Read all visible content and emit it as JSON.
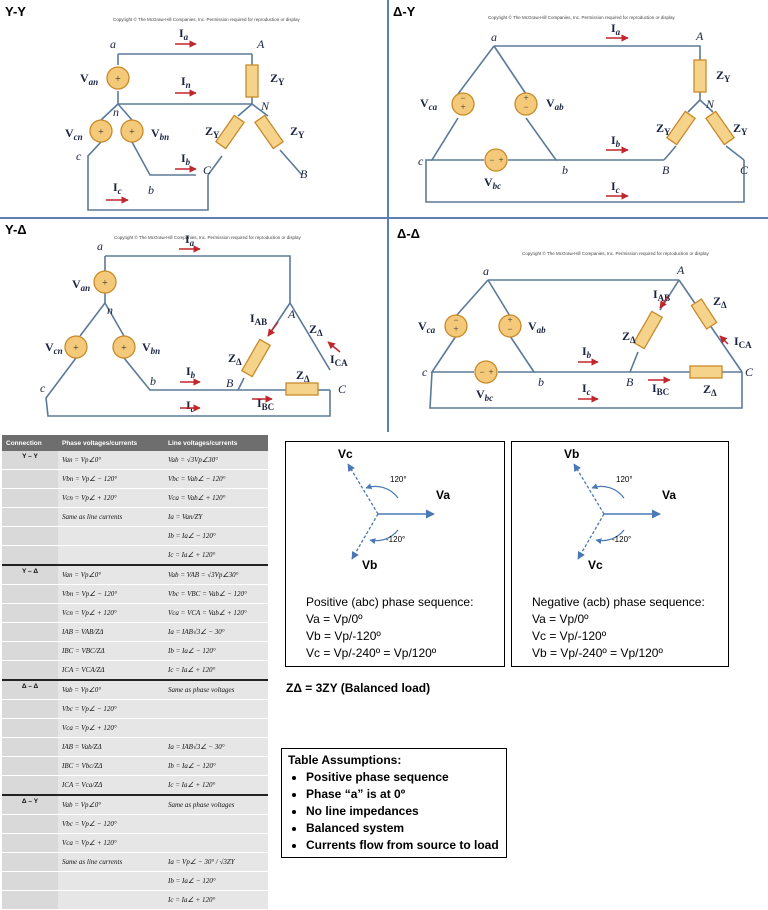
{
  "panels": {
    "yy": {
      "title": "Y-Y",
      "copyright": "Copyright © The McGraw-Hill Companies, Inc. Permission required for reproduction or display"
    },
    "dy": {
      "title": "Δ-Y",
      "copyright": "Copyright © The McGraw-Hill Companies, Inc. Permission required for reproduction or display"
    },
    "yd": {
      "title": "Y-Δ",
      "copyright": "Copyright © The McGraw-Hill Companies, Inc. Permission required for reproduction or display"
    },
    "dd": {
      "title": "Δ-Δ",
      "copyright": "Copyright © The McGraw-Hill Companies, Inc. Permission required for reproduction or display"
    }
  },
  "table": {
    "headers": [
      "Connection",
      "Phase voltages/currents",
      "Line voltages/currents"
    ],
    "groups": [
      {
        "name": "Y – Y",
        "rows": [
          [
            "Van = Vp∠0°",
            "Vab = √3Vp∠30°"
          ],
          [
            "Vbn = Vp∠ − 120°",
            "Vbc = Vab∠ − 120°"
          ],
          [
            "Vcn = Vp∠ + 120°",
            "Vca = Vab∠ + 120°"
          ],
          [
            "Same as line currents",
            "Ia = Van/ZY"
          ],
          [
            "",
            "Ib = Ia∠ − 120°"
          ],
          [
            "",
            "Ic = Ia∠ + 120°"
          ]
        ]
      },
      {
        "name": "Y – Δ",
        "rows": [
          [
            "Van = Vp∠0°",
            "Vab = VAB = √3Vp∠30°"
          ],
          [
            "Vbn = Vp∠ − 120°",
            "Vbc = VBC = Vab∠ − 120°"
          ],
          [
            "Vcn = Vp∠ + 120°",
            "Vca = VCA = Vab∠ + 120°"
          ],
          [
            "IAB = VAB/ZΔ",
            "Ia = IAB√3∠ − 30°"
          ],
          [
            "IBC = VBC/ZΔ",
            "Ib = Ia∠ − 120°"
          ],
          [
            "ICA = VCA/ZΔ",
            "Ic = Ia∠ + 120°"
          ]
        ]
      },
      {
        "name": "Δ – Δ",
        "rows": [
          [
            "Vab = Vp∠0°",
            "Same as phase voltages"
          ],
          [
            "Vbc = Vp∠ − 120°",
            ""
          ],
          [
            "Vca = Vp∠ + 120°",
            ""
          ],
          [
            "IAB = Vab/ZΔ",
            "Ia = IAB√3∠ − 30°"
          ],
          [
            "IBC = Vbc/ZΔ",
            "Ib = Ia∠ − 120°"
          ],
          [
            "ICA = Vca/ZΔ",
            "Ic = Ia∠ + 120°"
          ]
        ]
      },
      {
        "name": "Δ – Y",
        "rows": [
          [
            "Vab = Vp∠0°",
            "Same as phase voltages"
          ],
          [
            "Vbc = Vp∠ − 120°",
            ""
          ],
          [
            "Vca = Vp∠ + 120°",
            ""
          ],
          [
            "Same as line currents",
            "Ia = Vp∠ − 30° / √3ZY"
          ],
          [
            "",
            "Ib = Ia∠ − 120°"
          ],
          [
            "",
            "Ic = Ia∠ + 120°"
          ]
        ]
      }
    ]
  },
  "positive": {
    "title": "Positive (abc) phase sequence:",
    "eq1": "Va = Vp/0º",
    "eq2": "Vb = Vp/-120º",
    "eq3": "Vc = Vp/-240º = Vp/120º",
    "labels": {
      "va": "Va",
      "vb": "Vb",
      "vc": "Vc",
      "a1": "120°",
      "a2": "-120°"
    }
  },
  "negative": {
    "title": "Negative (acb) phase sequence:",
    "eq1": "Va = Vp/0º",
    "eq2": "Vc = Vp/-120º",
    "eq3": "Vb = Vp/-240º = Vp/120º",
    "labels": {
      "va": "Va",
      "vb": "Vb",
      "vc": "Vc",
      "a1": "120°",
      "a2": "-120°"
    }
  },
  "zdelta_note": "ZΔ = 3ZY (Balanced load)",
  "assumptions": {
    "title": "Table Assumptions:",
    "items": [
      "Positive phase sequence",
      "Phase “a” is at 0º",
      "No line impedances",
      "Balanced system",
      "Currents flow from source to load"
    ]
  },
  "colors": {
    "wire": "#5b7a99",
    "source_fill": "#f5c97a",
    "source_stroke": "#c88a2a",
    "impedance_fill": "#f6d38a",
    "arrow": "#c0272d",
    "divider": "#5a7fb0",
    "phasor": "#4a78b5"
  }
}
